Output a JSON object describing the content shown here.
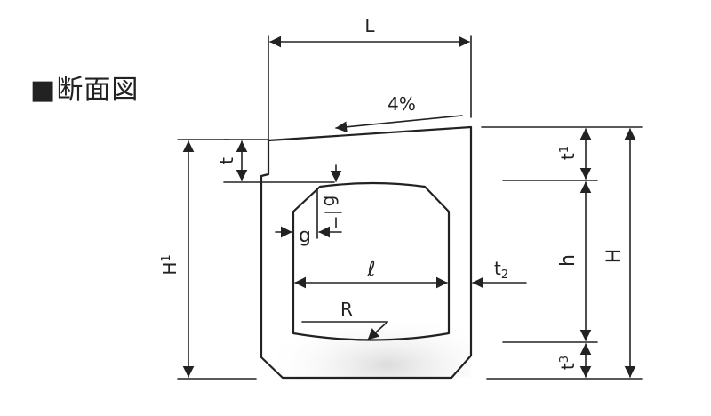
{
  "heading": "■断面図",
  "labels": {
    "L": "L",
    "slope": "4%",
    "t": "t",
    "t1_main": "t",
    "t1_sub": "1",
    "g_vertical": "g",
    "g_horizontal": "g",
    "H1_main": "H",
    "H1_sub": "1",
    "ell": "ℓ",
    "t2_main": "t",
    "t2_sub": "2",
    "h": "h",
    "H": "H",
    "R": "R",
    "t3_main": "t",
    "t3_sub": "3"
  }
}
